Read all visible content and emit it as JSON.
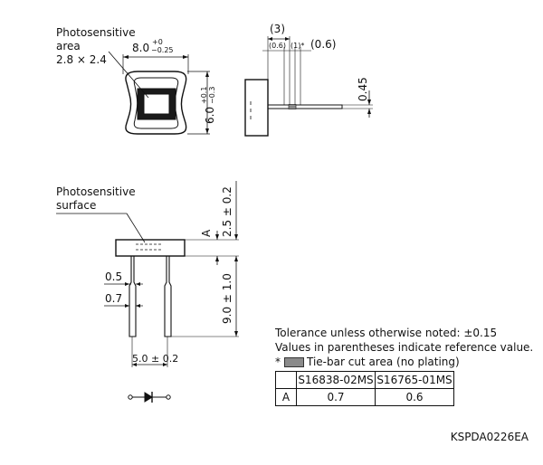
{
  "top_view": {
    "label_line1": "Photosensitive",
    "label_line2": "area",
    "label_line3": "2.8 × 2.4",
    "width_main": "8.0",
    "width_tol_upper": "+0",
    "width_tol_lower": "−0.25",
    "height_main": "6.0",
    "height_tol_upper": "+0.1",
    "height_tol_lower": "−0.3"
  },
  "side_view": {
    "dim_total": "(3)",
    "dim_left": "(0.6)",
    "dim_mid": "(1)*",
    "dim_right": "(0.6)",
    "dim_thickness": "0.45"
  },
  "front_view": {
    "label_line1": "Photosensitive",
    "label_line2": "surface",
    "dim_top": "2.5 ± 0.2",
    "ref_a": "A",
    "dim_lead_length": "9.0 ± 1.0",
    "dim_lead_w1": "0.5",
    "dim_lead_w2": "0.7",
    "dim_pitch": "5.0 ± 0.2"
  },
  "notes": {
    "tolerance": "Tolerance unless otherwise noted: ±0.15",
    "reference": "Values in parentheses indicate reference value.",
    "tiebar_marker": "*",
    "tiebar_text": "Tie-bar cut area (no plating)"
  },
  "table": {
    "headers": [
      "",
      "S16838-02MS",
      "S16765-01MS"
    ],
    "rows": [
      [
        "A",
        "0.7",
        "0.6"
      ]
    ]
  },
  "doc_code": "KSPDA0226EA"
}
